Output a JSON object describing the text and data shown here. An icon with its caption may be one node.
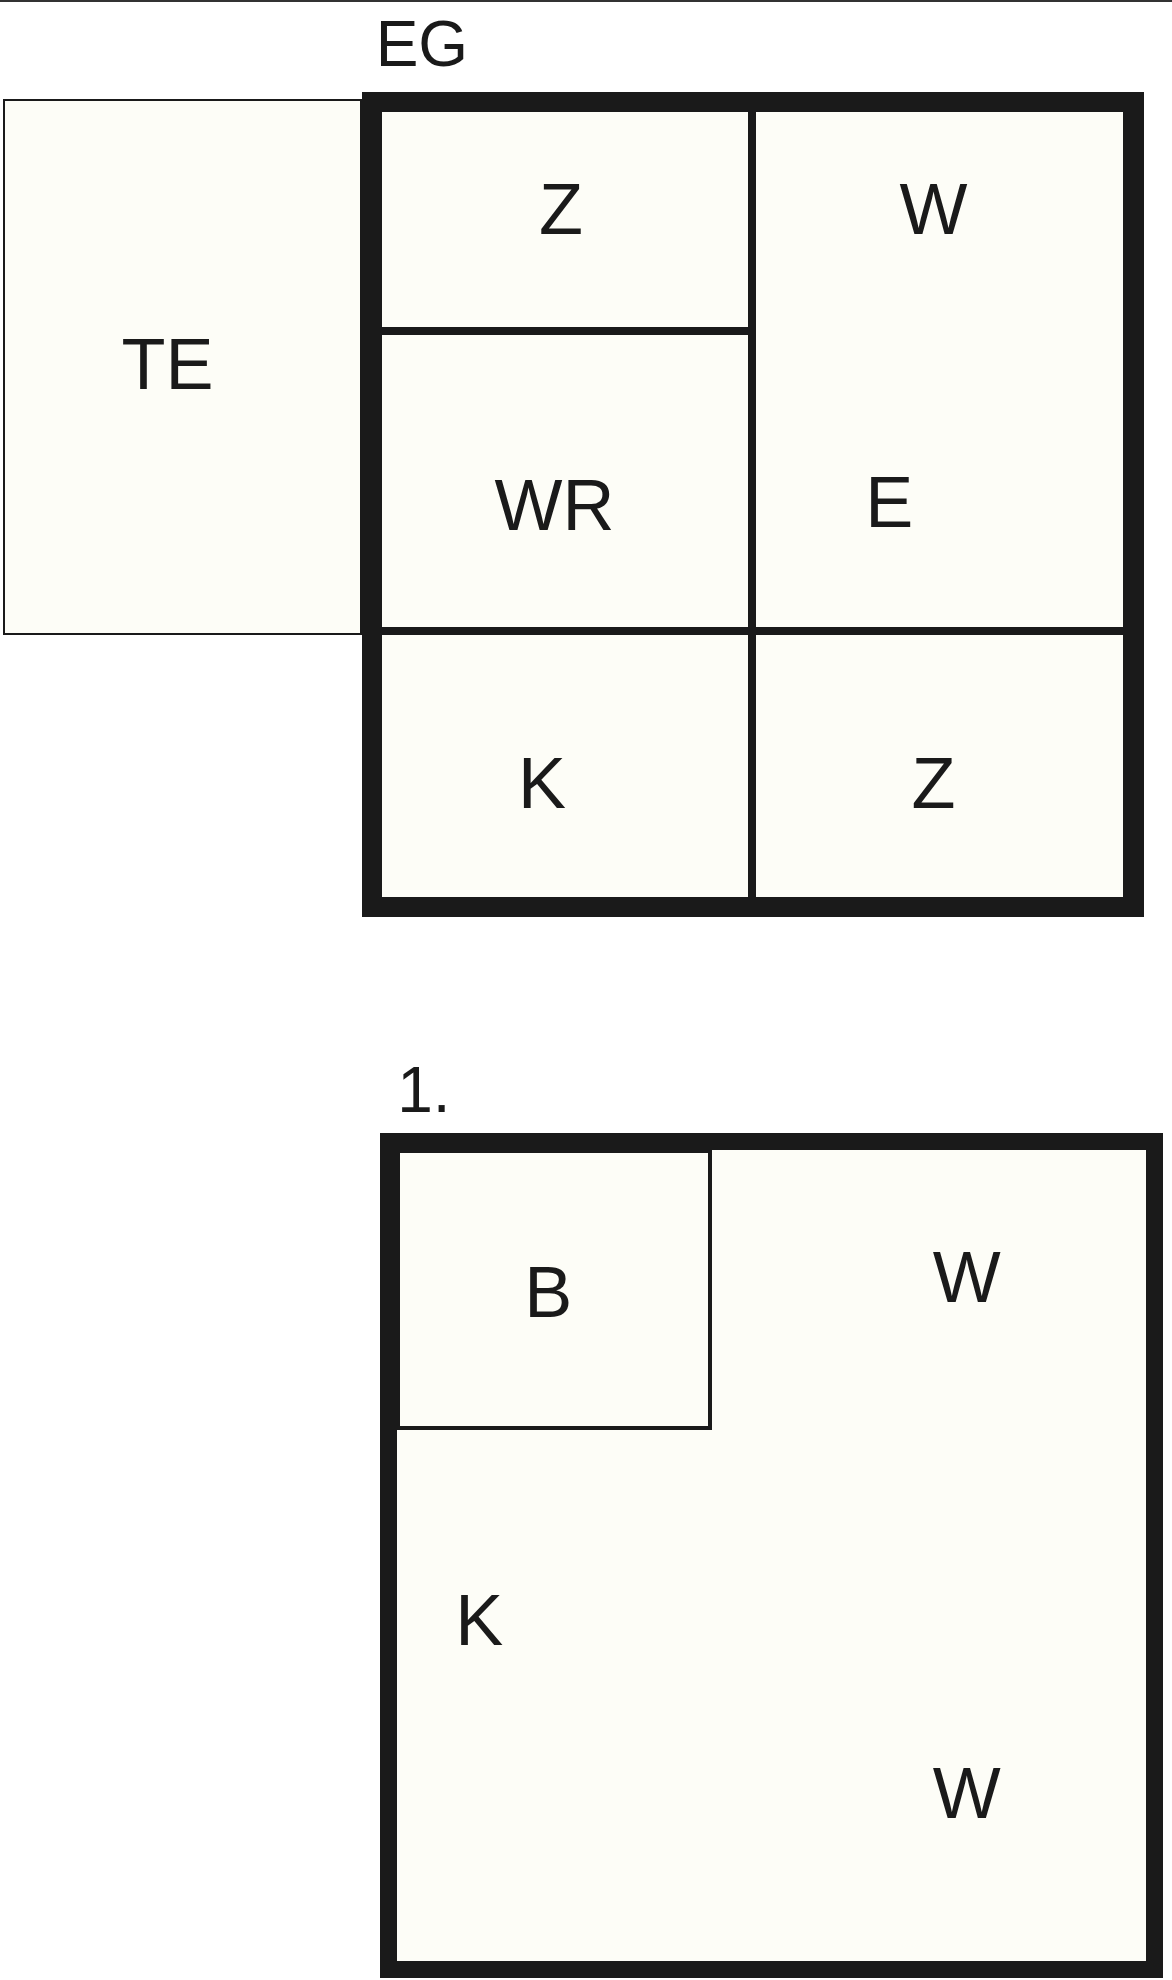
{
  "diagram": {
    "nodes": [
      {
        "text": [
          "EG"
        ]
      },
      {
        "text": [
          "Z"
        ],
        "in": 0
      },
      {
        "text": [
          "WR"
        ],
        "in": 0
      },
      {
        "text": [
          "W",
          "E"
        ],
        "in": 0
      },
      {
        "text": [
          "K"
        ],
        "in": 0
      },
      {
        "text": [
          "Z"
        ],
        "in": 0
      },
      {
        "text": [
          "TE"
        ]
      },
      {
        "text": [
          "1.",
          "W",
          "K",
          "W"
        ]
      },
      {
        "text": [
          "B"
        ],
        "in": 7
      }
    ]
  }
}
